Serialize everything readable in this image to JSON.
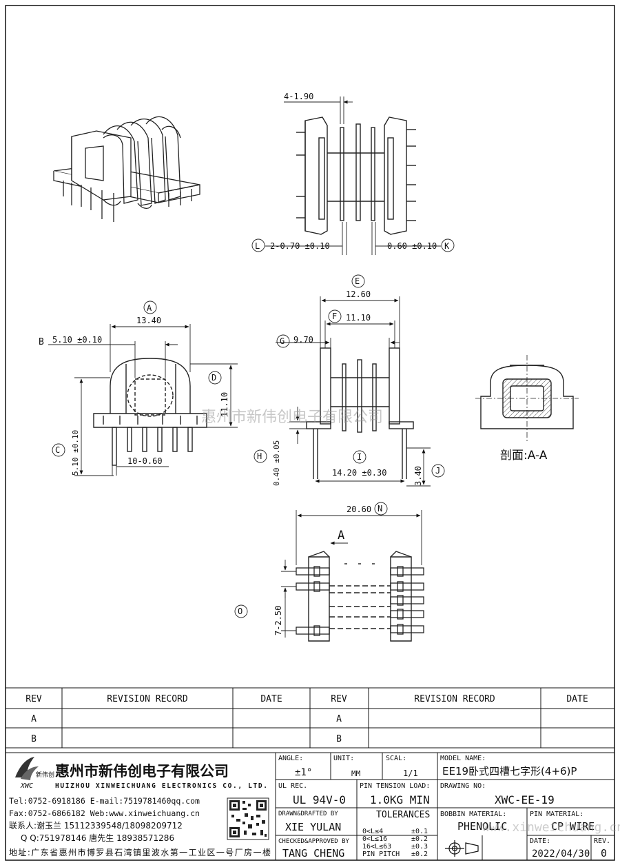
{
  "drawing": {
    "top_view": {
      "dim_pin_width": "4-1.90",
      "dim_L_label": "L",
      "dim_L_value": "2-0.70 ±0.10",
      "dim_K_label": "K",
      "dim_K_value": "0.60 ±0.10"
    },
    "front_view": {
      "A_label": "A",
      "A_value": "13.40",
      "B_label": "B",
      "B_value": "5.10 ±0.10",
      "C_label": "C",
      "C_value": "5.10 ±0.10",
      "D_label": "D",
      "D_value": "11.10",
      "pitch_value": "10-0.60"
    },
    "side_view": {
      "E_label": "E",
      "E_value": "12.60",
      "F_label": "F",
      "F_value": "11.10",
      "G_label": "G",
      "G_value": "9.70",
      "H_label": "H",
      "H_value": "0.40 ±0.05",
      "I_label": "I",
      "I_value": "14.20 ±0.30",
      "J_label": "J",
      "J_value": "3.40"
    },
    "bottom_view": {
      "N_label": "N",
      "N_value": "20.60",
      "O_label": "O",
      "O_value": "7-2.50",
      "arrow_label": "A"
    },
    "section_label": "剖面:A-A",
    "watermark": "惠州市新伟创电子有限公司"
  },
  "revision_table": {
    "headers": [
      "REV",
      "REVISION RECORD",
      "DATE",
      "REV",
      "REVISION RECORD",
      "DATE"
    ],
    "rows": [
      [
        "A",
        "",
        "",
        "A",
        "",
        ""
      ],
      [
        "B",
        "",
        "",
        "B",
        "",
        ""
      ]
    ]
  },
  "title_block": {
    "company_cn": "惠州市新伟创电子有限公司",
    "company_en": "HUIZHOU XINWEICHUANG ELECTRONICS CO., LTD.",
    "logo_cn": "新伟创",
    "logo_en": "XWC",
    "tel": "Tel:0752-6918186 E-mail:7519781460qq.com",
    "fax": "Fax:0752-6866182 Web:www.xinweichuang.cn",
    "contact": "联系人:谢玉兰 15112339548/18098209712",
    "qq": "Q Q:751978146   唐先生 18938571286",
    "address": "地址:广东省惠州市博罗县石湾镇里波水第一工业区一号厂房一楼",
    "angle_label": "ANGLE:",
    "angle_value": "±1°",
    "unit_label": "UNIT:",
    "unit_value": "MM",
    "scale_label": "SCAL:",
    "scale_value": "1/1",
    "model_label": "MODEL NAME:",
    "model_value": "EE19卧式四槽七字形(4+6)P",
    "ul_label": "UL REC.",
    "ul_value": "UL 94V-0",
    "pin_tension_label": "PIN TENSION LOAD:",
    "pin_tension_value": "1.0KG MIN",
    "drawing_no_label": "DRAWING NO:",
    "drawing_no_value": "XWC-EE-19",
    "drawn_label": "DRAWN&DRAFTED BY",
    "drawn_value": "XIE YULAN",
    "tolerances_label": "TOLERANCES",
    "tol_rows": [
      [
        "0<L≤4",
        "±0.1"
      ],
      [
        "0<L≤16",
        "±0.2"
      ],
      [
        "16<L≤63",
        "±0.3"
      ],
      [
        "PIN PITCH",
        "±0.2"
      ]
    ],
    "checked_label": "CHECKED&APPROVED BY",
    "checked_value": "TANG CHENG",
    "bobbin_label": "BOBBIN MATERIAL:",
    "bobbin_value": "PHENOLIC",
    "pin_material_label": "PIN MATERIAL:",
    "pin_material_value": "CP WIRE",
    "date_label": "DATE:",
    "date_value": "2022/04/30",
    "rev_label": "REV.",
    "rev_value": "0",
    "watermark_url": "www.xinweichuang.cn"
  }
}
